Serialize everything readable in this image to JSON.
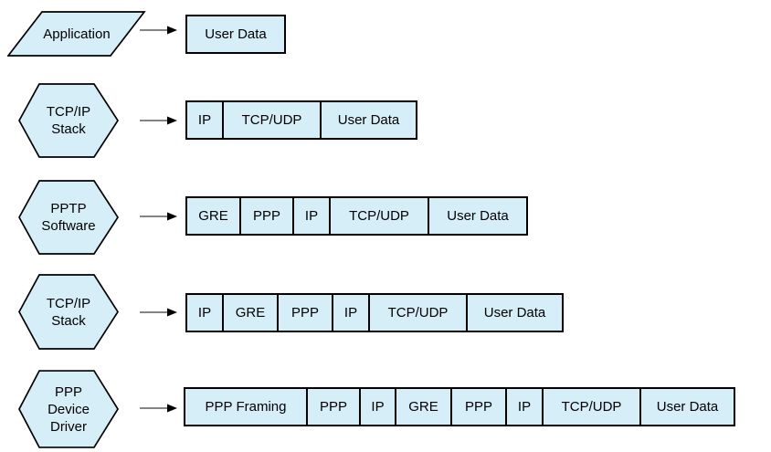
{
  "diagram": {
    "colors": {
      "shape_fill": "#d6eef8",
      "shape_border": "#000000",
      "text": "#000000",
      "arrow": "#000000",
      "background": "#ffffff"
    },
    "rows": [
      {
        "shape": {
          "type": "parallelogram",
          "label": "Application"
        },
        "cells": [
          {
            "label": "User Data",
            "w": 110
          }
        ]
      },
      {
        "shape": {
          "type": "hexagon",
          "label": "TCP/IP\nStack"
        },
        "cells": [
          {
            "label": "IP",
            "w": 40
          },
          {
            "label": "TCP/UDP",
            "w": 107
          },
          {
            "label": "User Data",
            "w": 107
          }
        ]
      },
      {
        "shape": {
          "type": "hexagon",
          "label": "PPTP\nSoftware"
        },
        "cells": [
          {
            "label": "GRE",
            "w": 59
          },
          {
            "label": "PPP",
            "w": 58
          },
          {
            "label": "IP",
            "w": 40
          },
          {
            "label": "TCP/UDP",
            "w": 108
          },
          {
            "label": "User Data",
            "w": 110
          }
        ]
      },
      {
        "shape": {
          "type": "hexagon",
          "label": "TCP/IP\nStack"
        },
        "cells": [
          {
            "label": "IP",
            "w": 40
          },
          {
            "label": "GRE",
            "w": 60
          },
          {
            "label": "PPP",
            "w": 60
          },
          {
            "label": "IP",
            "w": 40
          },
          {
            "label": "TCP/UDP",
            "w": 107
          },
          {
            "label": "User Data",
            "w": 107
          }
        ]
      },
      {
        "shape": {
          "type": "hexagon",
          "label": "PPP\nDevice\nDriver"
        },
        "cells": [
          {
            "label": "PPP Framing",
            "w": 134
          },
          {
            "label": "PPP",
            "w": 58
          },
          {
            "label": "IP",
            "w": 39
          },
          {
            "label": "GRE",
            "w": 61
          },
          {
            "label": "PPP",
            "w": 60
          },
          {
            "label": "IP",
            "w": 40
          },
          {
            "label": "TCP/UDP",
            "w": 107
          },
          {
            "label": "User Data",
            "w": 105
          }
        ]
      }
    ]
  }
}
